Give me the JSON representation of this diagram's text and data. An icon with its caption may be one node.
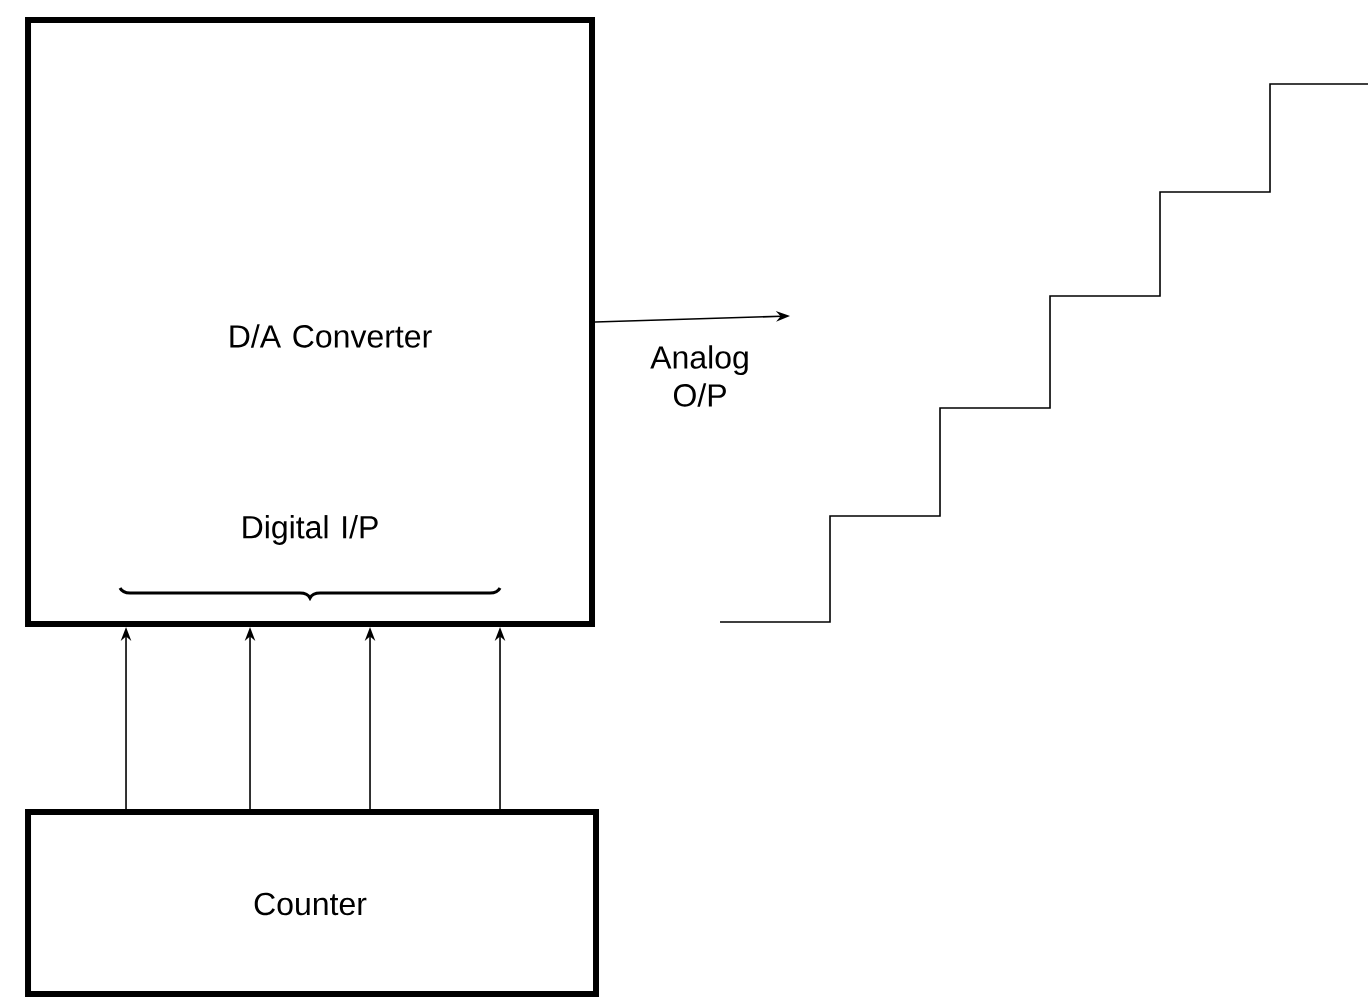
{
  "diagram": {
    "nodes": [
      {
        "text": [
          "D/A Converter",
          "Digital I/P"
        ]
      },
      {
        "text": [
          "Counter"
        ]
      }
    ],
    "edges": [
      {
        "from": 1,
        "to": 0,
        "arrow": "to"
      },
      {
        "from": 1,
        "to": 0,
        "arrow": "to"
      },
      {
        "from": 1,
        "to": 0,
        "arrow": "to"
      },
      {
        "from": 1,
        "to": 0,
        "arrow": "to"
      },
      {
        "from": 0,
        "to": null,
        "arrow": "to",
        "label": "Analog O/P"
      }
    ]
  }
}
